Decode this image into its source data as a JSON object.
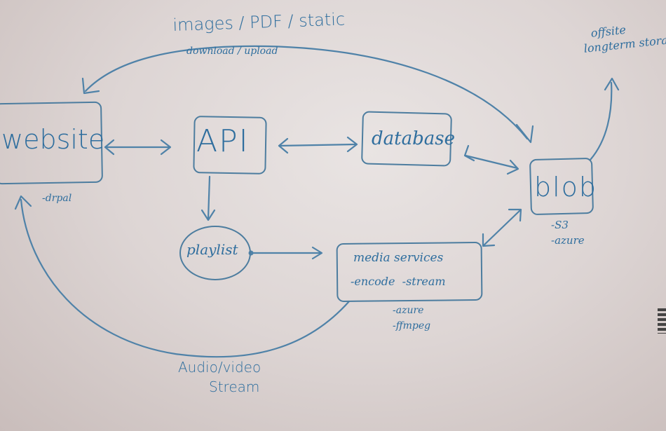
{
  "colors": {
    "marker": "#2f6e9e",
    "board": "#e6e0df"
  },
  "nodes": {
    "website": {
      "label": "website",
      "note": "-drpal"
    },
    "api": {
      "label": "API"
    },
    "database": {
      "label": "database"
    },
    "blob": {
      "label": "blob",
      "notes": [
        "-S3",
        "-azure"
      ]
    },
    "playlist": {
      "label": "playlist"
    },
    "media": {
      "label": "media services",
      "sub": "-encode  -stream",
      "notes": [
        "-azure",
        "-ffmpeg"
      ]
    }
  },
  "annotations": {
    "top": "images / PDF / static",
    "top_sub": "download / upload",
    "offsite": [
      "offsite",
      "longterm storage"
    ],
    "stream": [
      "Audio/video",
      "Stream"
    ]
  }
}
